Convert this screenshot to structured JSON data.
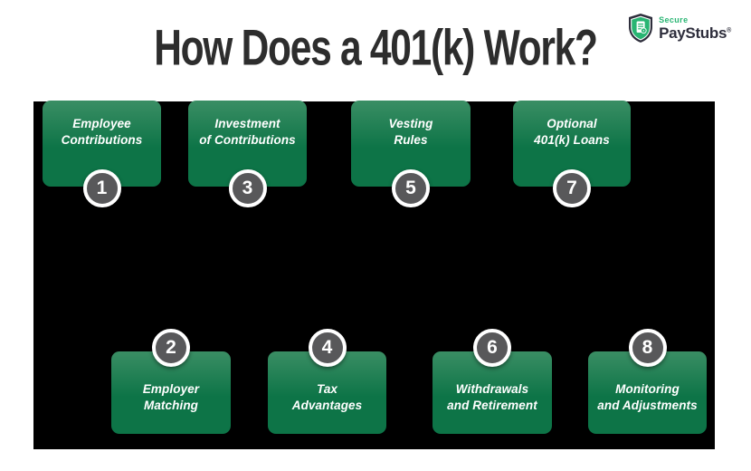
{
  "page": {
    "title": "How Does a 401(k) Work?"
  },
  "logo": {
    "brand_top": "Secure",
    "brand_bottom": "PayStubs",
    "registered_mark": "®"
  },
  "colors": {
    "page_bg": "#ffffff",
    "stage_color": "#000000",
    "title_color": "#2d2d2d",
    "box_gradient_top": "#3a8e64",
    "box_gradient_bottom": "#0d7447",
    "circle_fill": "#58585a",
    "circle_ring": "#ffffff",
    "step_text_color": "#ffffff",
    "logo_green": "#29b573",
    "logo_dark": "#2e2e3c"
  },
  "steps": [
    {
      "number": "1",
      "lines": [
        "Employee",
        "Contributions"
      ]
    },
    {
      "number": "2",
      "lines": [
        "Employer",
        "Matching"
      ]
    },
    {
      "number": "3",
      "lines": [
        "Investment",
        "of Contributions"
      ]
    },
    {
      "number": "4",
      "lines": [
        "Tax",
        "Advantages"
      ]
    },
    {
      "number": "5",
      "lines": [
        "Vesting",
        "Rules"
      ]
    },
    {
      "number": "6",
      "lines": [
        "Withdrawals",
        "and Retirement"
      ]
    },
    {
      "number": "7",
      "lines": [
        "Optional",
        "401(k) Loans"
      ]
    },
    {
      "number": "8",
      "lines": [
        "Monitoring",
        "and Adjustments"
      ]
    }
  ]
}
